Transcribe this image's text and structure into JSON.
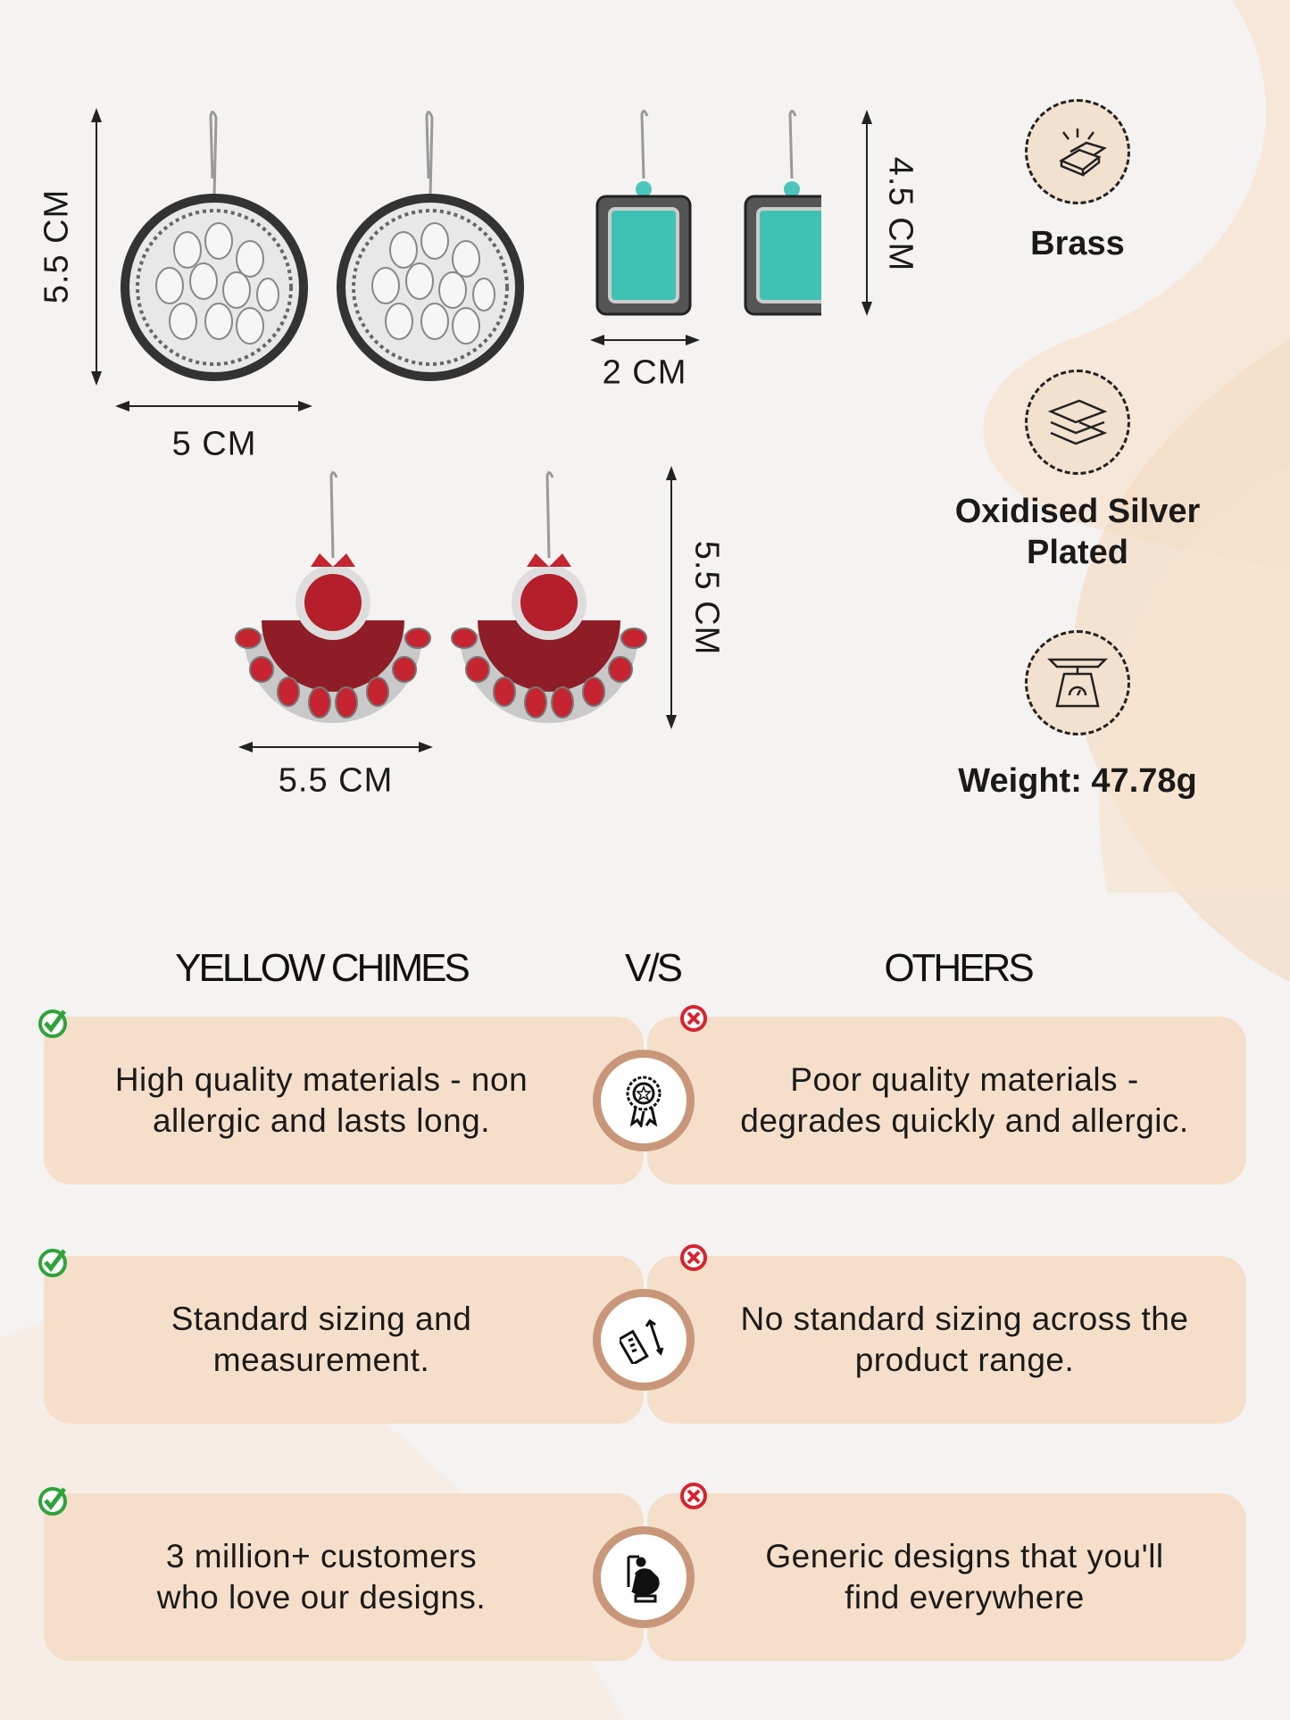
{
  "dimensions": {
    "round_height": "5.5 CM",
    "round_width": "5 CM",
    "square_height": "4.5 CM",
    "square_width": "2 CM",
    "red_height": "5.5 CM",
    "red_width": "5.5 CM"
  },
  "features": [
    {
      "icon": "brass-bars-icon",
      "label": "Brass"
    },
    {
      "icon": "layers-icon",
      "label_line1": "Oxidised Silver",
      "label_line2": "Plated"
    },
    {
      "icon": "weighing-scale-icon",
      "label": "Weight: 47.78g"
    }
  ],
  "comparison": {
    "left_heading": "YELLOW CHIMES",
    "vs": "V/S",
    "right_heading": "OTHERS",
    "rows": [
      {
        "icon": "award-badge-icon",
        "yc_line1": "High quality materials - non",
        "yc_line2": "allergic and lasts long.",
        "other_line1": "Poor quality materials -",
        "other_line2": "degrades quickly and allergic."
      },
      {
        "icon": "ruler-measure-icon",
        "yc_line1": "Standard sizing and",
        "yc_line2": "measurement.",
        "other_line1": "No standard sizing across the",
        "other_line2": "product range."
      },
      {
        "icon": "customer-love-icon",
        "yc_line1": "3 million+ customers",
        "yc_line2": "who love our designs.",
        "other_line1": "Generic designs that you'll",
        "other_line2": "find everywhere"
      }
    ]
  },
  "colors": {
    "card": "#f5dfca",
    "ring": "#c8977a",
    "check": "#2fa33a",
    "cross": "#d8232f"
  }
}
